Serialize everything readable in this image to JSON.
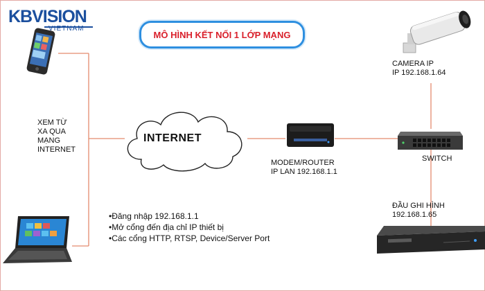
{
  "logo": {
    "brand": "KBVISION",
    "sub": "VIETNAM"
  },
  "title": "MÔ HÌNH KẾT NỐI 1 LỚP MẠNG",
  "internet_label": "INTERNET",
  "remote_view_label": [
    "XEM TỪ",
    "XA QUA",
    "MẠNG",
    "INTERNET"
  ],
  "router": {
    "name": "MODEM/ROUTER",
    "ip": "IP LAN 192.168.1.1"
  },
  "camera": {
    "name": "CAMERA IP",
    "ip": "IP 192.168.1.64"
  },
  "switch_label": "SWITCH",
  "recorder": {
    "name": "ĐẦU GHI HÌNH",
    "ip": "192.168.1.65"
  },
  "notes": [
    "•Đăng nhập 192.168.1.1",
    "•Mở cổng đến địa chỉ IP thiết bị",
    "•Các cổng HTTP, RTSP, Device/Server Port"
  ],
  "colors": {
    "link_line": "#e38a6d",
    "title_border": "#2e8fe0",
    "title_text": "#d91f2a",
    "brand": "#1b4f9e"
  },
  "icons": [
    "smartphone-icon",
    "laptop-icon",
    "cloud-icon",
    "router-icon",
    "switch-icon",
    "camera-icon",
    "dvr-icon"
  ]
}
